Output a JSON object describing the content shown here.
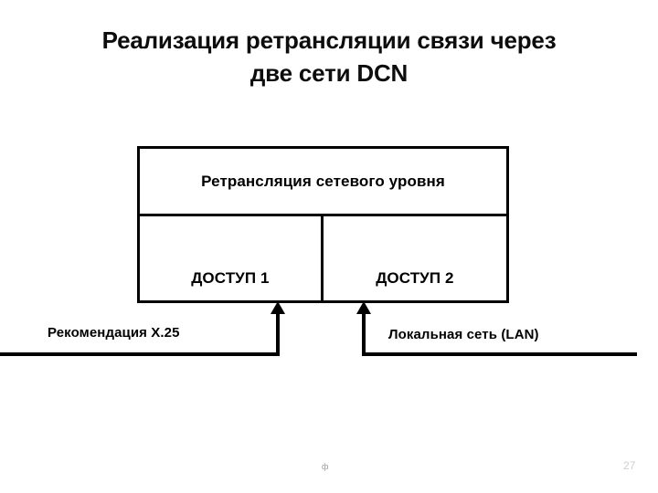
{
  "slide": {
    "title_line1": "Реализация ретрансляции связи через",
    "title_line2": "две сети DCN"
  },
  "diagram": {
    "relay_box": {
      "header_label": "Ретрансляция сетевого уровня",
      "cells": [
        {
          "label": "ДОСТУП 1"
        },
        {
          "label": "ДОСТУП 2"
        }
      ]
    },
    "connections": [
      {
        "label": "Рекомендация X.25",
        "arrow": "up-arrow-icon"
      },
      {
        "label": "Локальная сеть (LAN)",
        "arrow": "up-arrow-icon"
      }
    ]
  },
  "footer": {
    "mark": "ф",
    "page_number": "27"
  },
  "colors": {
    "ink": "#000000",
    "title": "#0d0d0d",
    "page_number": "#cfcfcf",
    "footer_mark": "#9a9a9a",
    "background": "#ffffff"
  }
}
